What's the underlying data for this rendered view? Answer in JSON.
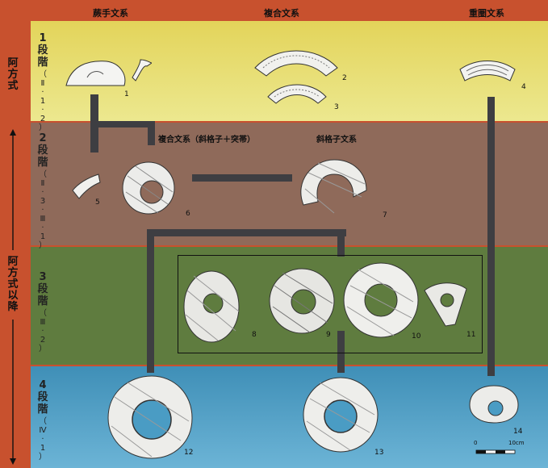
{
  "columns": {
    "warabite": "蕨手文系",
    "fukugo": "複合文系",
    "jyuken": "重圏文系"
  },
  "sub_headings": {
    "fukugo_sub": "複合文系（斜格子＋突帯）",
    "shakoshi": "斜格子文系"
  },
  "eras": {
    "abikata": [
      "阿",
      "方",
      "式"
    ],
    "abikata_after": [
      "阿",
      "方",
      "式",
      "以",
      "降"
    ]
  },
  "stages": [
    {
      "label": [
        "1",
        "段",
        "階"
      ],
      "sub": [
        "（",
        "Ⅱ",
        "·",
        "1",
        "·",
        "2",
        "）"
      ]
    },
    {
      "label": [
        "2",
        "段",
        "階"
      ],
      "sub": [
        "（",
        "Ⅱ",
        "·",
        "3",
        "·",
        "Ⅲ",
        "·",
        "1",
        "）"
      ]
    },
    {
      "label": [
        "3",
        "段",
        "階"
      ],
      "sub": [
        "（",
        "Ⅲ",
        "·",
        "2",
        "）"
      ]
    },
    {
      "label": [
        "4",
        "段",
        "階"
      ],
      "sub": [
        "（",
        "Ⅳ",
        "·",
        "1",
        "）"
      ]
    }
  ],
  "numbers": [
    "1",
    "2",
    "3",
    "4",
    "5",
    "6",
    "7",
    "8",
    "9",
    "10",
    "11",
    "12",
    "13",
    "14"
  ],
  "scale": {
    "start": "0",
    "end": "10cm"
  },
  "colors": {
    "frame": "#c8512e",
    "stage1": "#e3d45a",
    "stage2": "#8f6a5a",
    "stage3": "#5f7c3f",
    "stage4": "#4a9cc4",
    "connector": "#3e3e42"
  }
}
